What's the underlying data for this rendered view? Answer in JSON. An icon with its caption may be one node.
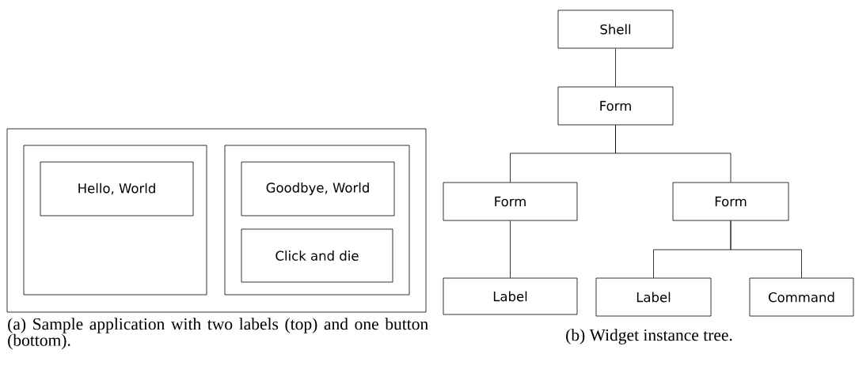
{
  "diagram": {
    "nodes": [
      {
        "text": [],
        "shape": "box"
      },
      {
        "text": [],
        "shape": "box",
        "in": 0
      },
      {
        "text": [
          "Hello, World"
        ],
        "in": 1
      },
      {
        "text": [],
        "shape": "box",
        "in": 0
      },
      {
        "text": [
          "Goodbye, World"
        ],
        "in": 3
      },
      {
        "text": [
          "Click and die"
        ],
        "in": 3
      },
      {
        "text": [
          "Shell"
        ]
      },
      {
        "text": [
          "Form"
        ]
      },
      {
        "text": [
          "Form"
        ]
      },
      {
        "text": [
          "Form"
        ]
      },
      {
        "text": [
          "Label"
        ]
      },
      {
        "text": [
          "Label"
        ]
      },
      {
        "text": [
          "Command"
        ]
      }
    ],
    "edges": [
      {
        "from": 6,
        "to": 7,
        "arrow": "none"
      },
      {
        "from": 7,
        "to": 8,
        "arrow": "none"
      },
      {
        "from": 7,
        "to": 9,
        "arrow": "none"
      },
      {
        "from": 8,
        "to": 10,
        "arrow": "none"
      },
      {
        "from": 9,
        "to": 11,
        "arrow": "none"
      },
      {
        "from": 9,
        "to": 12,
        "arrow": "none"
      }
    ],
    "labels": [
      "(a) Sample application with two labels (top) and one button (bottom).",
      "(b) Widget instance tree."
    ]
  }
}
